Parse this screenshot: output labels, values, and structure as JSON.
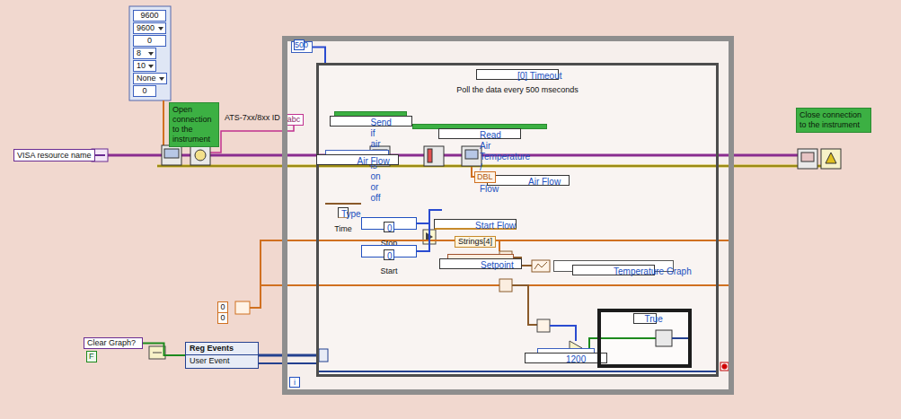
{
  "diagram": {
    "nodes": [
      {
        "text": [
          "9600"
        ]
      },
      {
        "text": [
          "9600"
        ]
      },
      {
        "text": [
          "0"
        ]
      },
      {
        "text": [
          "8"
        ]
      },
      {
        "text": [
          "10"
        ]
      },
      {
        "text": [
          "None"
        ]
      },
      {
        "text": [
          "0"
        ]
      },
      {
        "text": [
          "Open connection to the instrument"
        ]
      },
      {
        "text": [
          "abc"
        ]
      },
      {
        "text": [
          "VISA resource name"
        ]
      },
      {
        "text": [
          "i"
        ]
      },
      {
        "text": [
          "500"
        ],
        "in": 10
      },
      {
        "text": [
          "[0] Timeout",
          "Poll the data every 500 mseconds"
        ],
        "in": 10
      },
      {
        "text": [
          "Send if air flow is on or off"
        ],
        "in": 12
      },
      {
        "text": [
          "Read Air Temperature / Air Flow"
        ],
        "in": 12
      },
      {
        "text": [
          "Air Flow"
        ],
        "in": 12
      },
      {
        "text": [
          "Type",
          "Time"
        ],
        "in": 12
      },
      {
        "text": [
          "0",
          "Stop"
        ],
        "in": 12
      },
      {
        "text": [
          "0",
          "Start"
        ],
        "in": 12
      },
      {
        "text": [
          "Start Flow",
          "Strings[4]"
        ],
        "in": 12
      },
      {
        "text": [
          "Air Flow"
        ],
        "in": 12
      },
      {
        "text": [
          "Setpoint"
        ],
        "in": 12
      },
      {
        "text": [
          "Temperature Graph"
        ],
        "in": 12
      },
      {
        "text": [
          "1200"
        ],
        "in": 12
      },
      {
        "text": [
          "True"
        ],
        "in": 12
      },
      {
        "text": [
          "Close connection to the instrument"
        ]
      },
      {
        "text": [
          "Clear Graph?"
        ]
      },
      {
        "text": [
          "Reg Events",
          "User Event"
        ]
      },
      {
        "text": [
          "0"
        ]
      },
      {
        "text": [
          "0"
        ]
      }
    ],
    "edges": [
      {
        "from": 11,
        "to": 12,
        "arrow": "none"
      },
      {
        "from": 26,
        "to": 27,
        "arrow": "none"
      },
      {
        "from": 27,
        "to": 12,
        "arrow": "none"
      },
      {
        "from": 17,
        "to": 19,
        "arrow": "none"
      },
      {
        "from": 18,
        "to": 19,
        "arrow": "none"
      },
      {
        "from": 23,
        "to": 24,
        "arrow": "none"
      }
    ],
    "labels": [
      "ATS-7xx/8xx ID",
      "DBL",
      "F"
    ]
  }
}
